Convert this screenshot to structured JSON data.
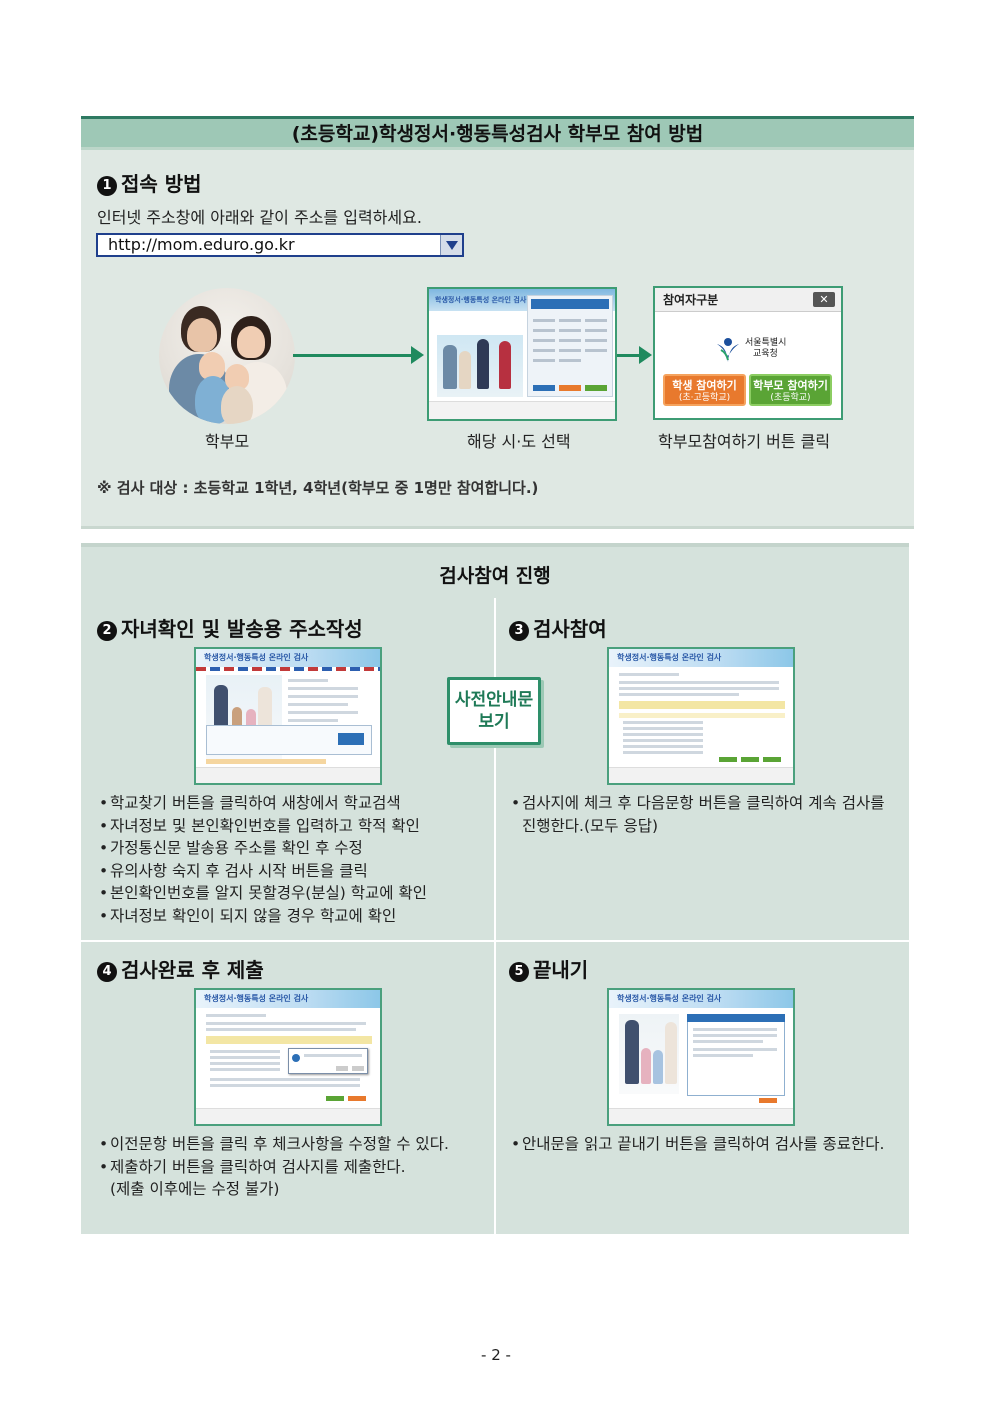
{
  "section1": {
    "title": "(초등학교)학생정서·행동특성검사 학부모 참여 방법",
    "step1": {
      "num": "1",
      "heading": "접속 방법"
    },
    "instruction": "인터넷 주소창에 아래와 같이 주소를 입력하세요.",
    "url": "http://mom.eduro.go.kr",
    "captions": [
      "학부모",
      "해당 시·도 선택",
      "학부모참여하기 버튼 클릭"
    ],
    "screenshot_title": "학생정서·행동특성 온라인 검사",
    "popup": {
      "title": "참여자구분",
      "close": "✕",
      "org_line1": "서울특별시",
      "org_line2": "교육청",
      "student_btn": "학생 참여하기",
      "student_sub": "(초·고등학교)",
      "parent_btn": "학부모 참여하기",
      "parent_sub": "(초등학교)"
    },
    "note": "※ 검사 대상 : 초등학교 1학년, 4학년(학부모 중 1명만 참여합니다.)"
  },
  "section2": {
    "title": "검사참여 진행",
    "preview_badge_line1": "사전안내문",
    "preview_badge_line2": "보기",
    "screenshot_title": "학생정서·행동특성 온라인 검사",
    "step2": {
      "num": "2",
      "heading": "자녀확인 및 발송용 주소작성",
      "bullets": [
        "학교찾기 버튼을 클릭하여 새창에서 학교검색",
        "자녀정보 및 본인확인번호를 입력하고 학적 확인",
        "가정통신문 발송용 주소를 확인 후 수정",
        "유의사항 숙지 후 검사 시작 버튼을 클릭",
        "본인확인번호를 알지 못할경우(분실) 학교에 확인",
        "자녀정보 확인이 되지 않을 경우 학교에 확인"
      ]
    },
    "step3": {
      "num": "3",
      "heading": "검사참여",
      "bullet": "검사지에 체크 후 다음문항 버튼을 클릭하여 계속 검사를",
      "bullet_cont": "진행한다.(모두 응답)"
    },
    "step4": {
      "num": "4",
      "heading": "검사완료 후 제출",
      "bullet1": "이전문항 버튼을 클릭 후 체크사항을 수정할 수 있다.",
      "bullet2": "제출하기 버튼을 클릭하여 검사지를 제출한다.",
      "bullet2_cont": "(제출 이후에는 수정 불가)"
    },
    "step5": {
      "num": "5",
      "heading": "끝내기",
      "bullet": "안내문을 읽고 끝내기 버튼을 클릭하여 검사를 종료한다."
    }
  },
  "page_number": "- 2 -"
}
